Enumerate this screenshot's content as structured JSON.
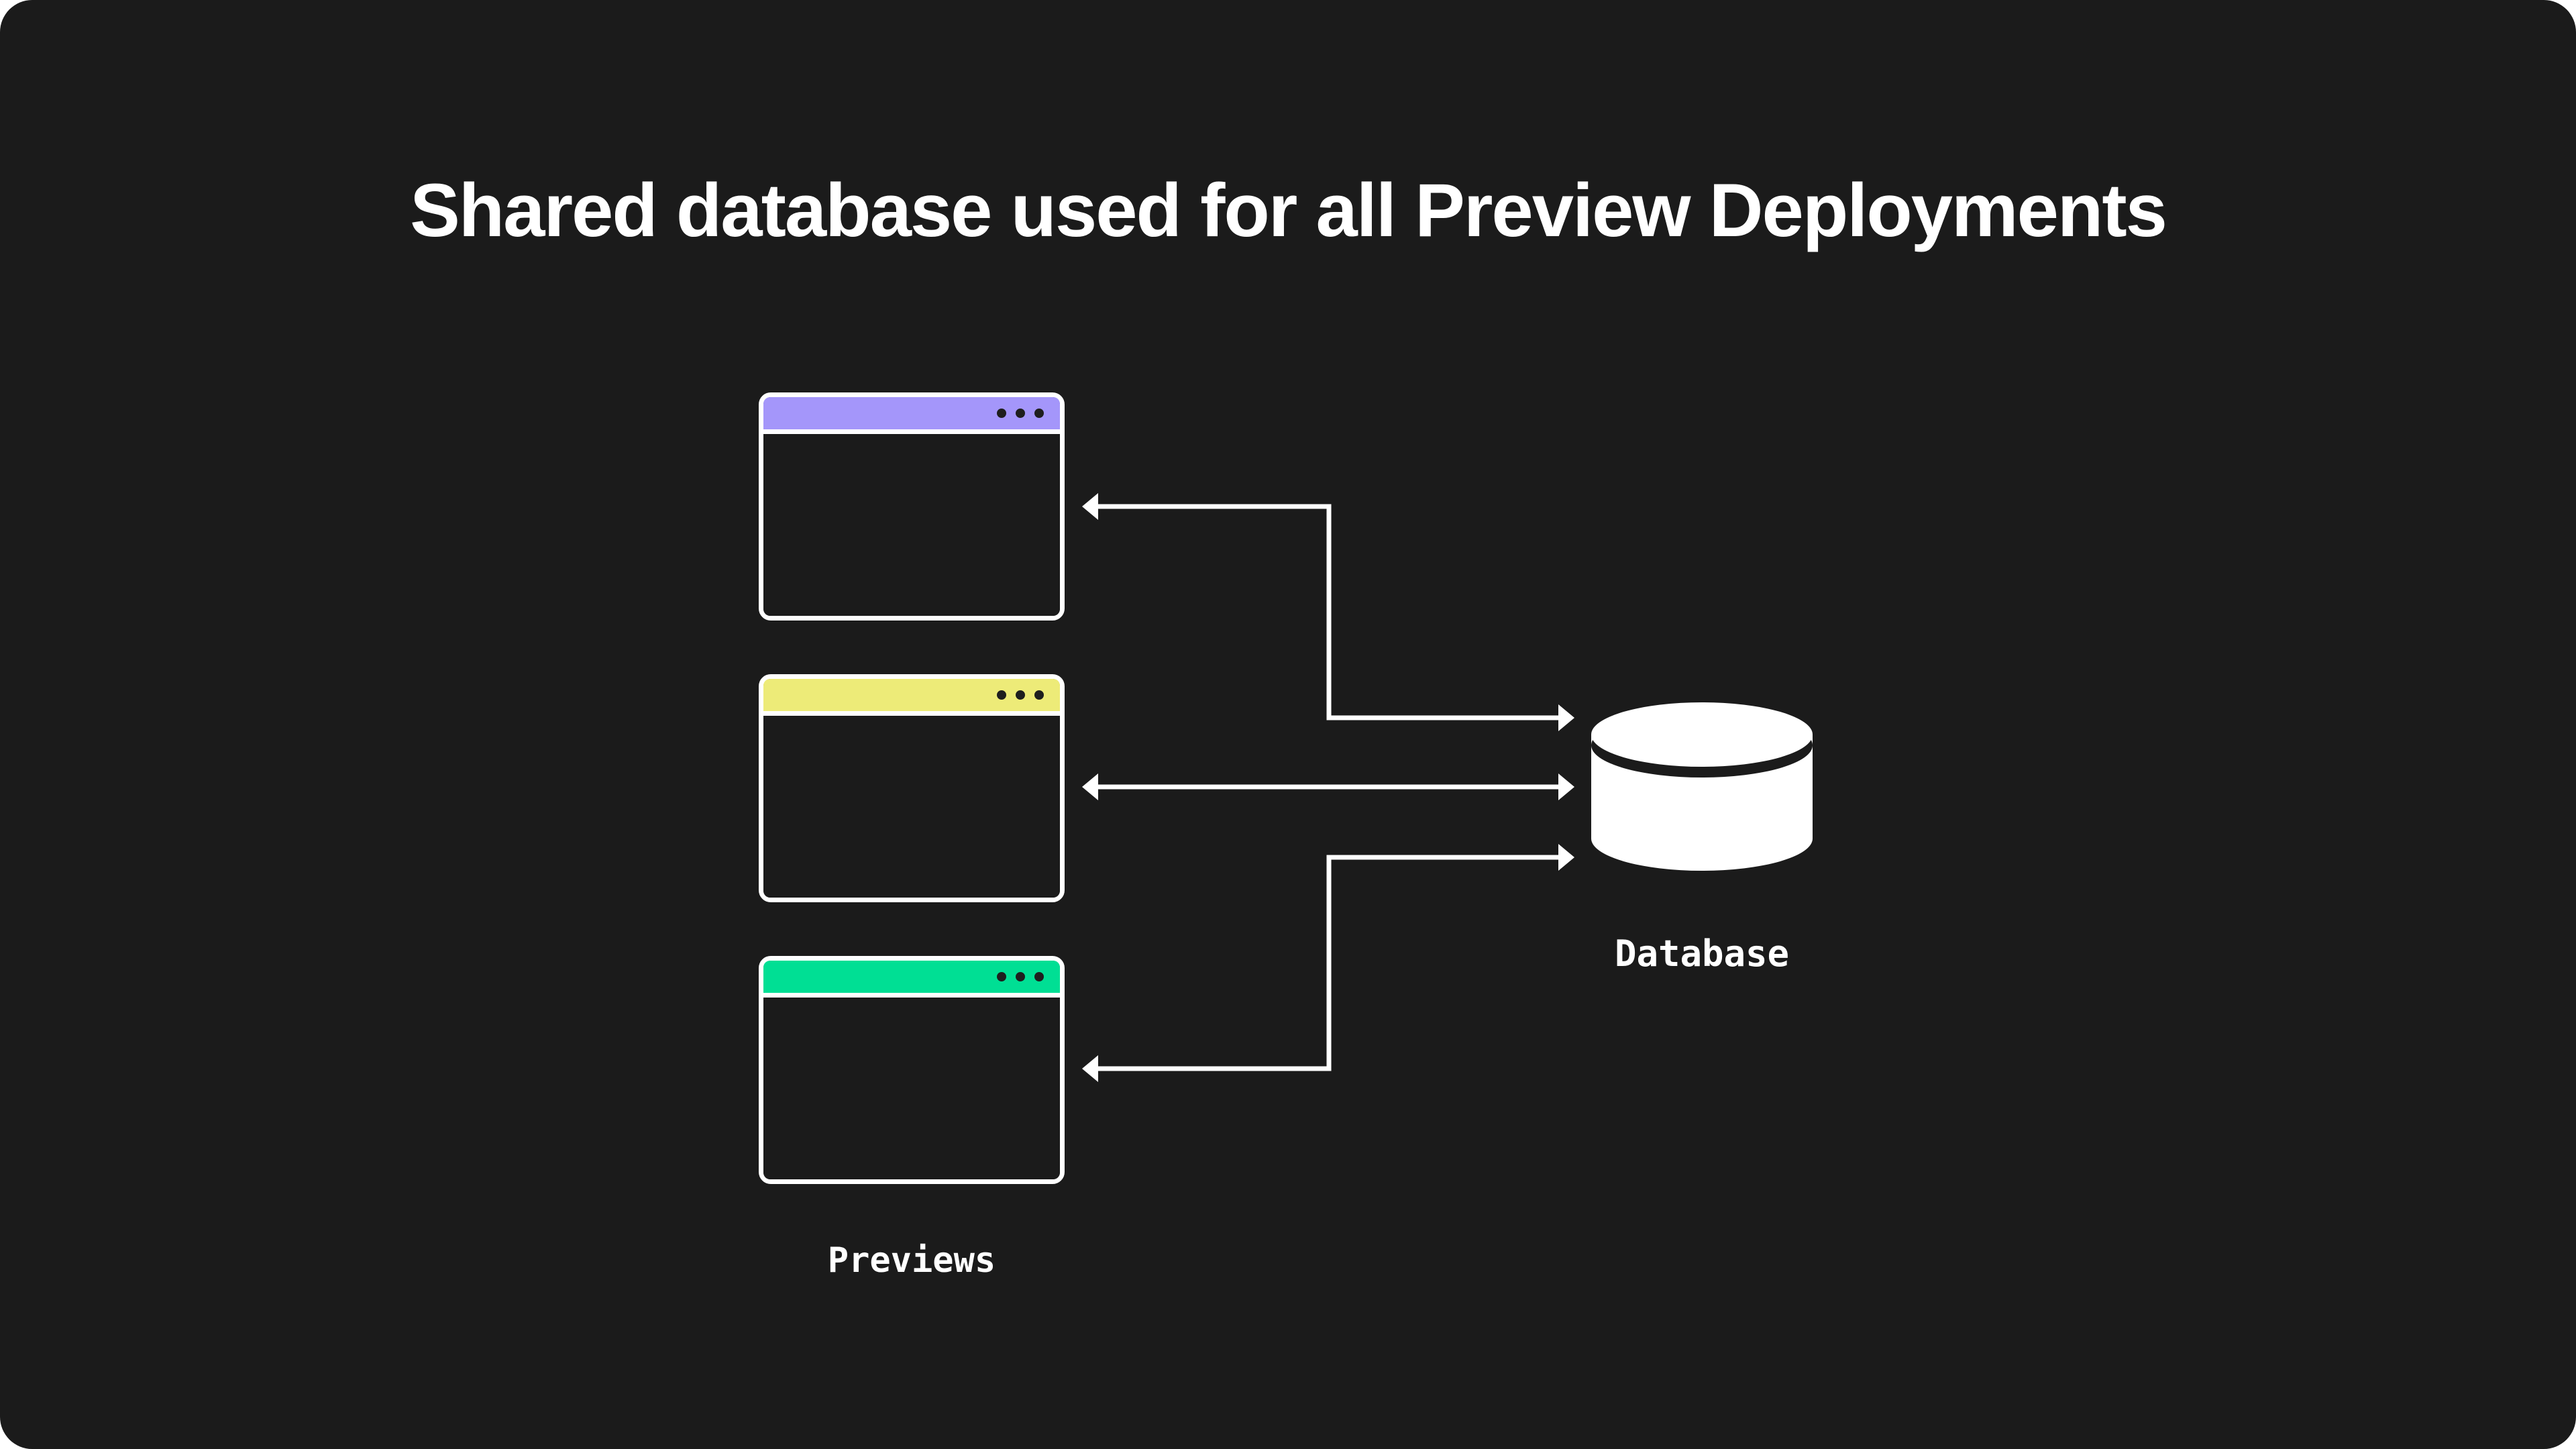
{
  "title": "Shared database used for all Preview Deployments",
  "background_color": "#1b1b1b",
  "text_color": "#ffffff",
  "arrow_color": "#ffffff",
  "window_dot_color": "#1e1e1e",
  "previews": {
    "caption": "Previews",
    "windows": [
      {
        "id": "preview-1",
        "header_color": "#a496fa"
      },
      {
        "id": "preview-2",
        "header_color": "#edeb78"
      },
      {
        "id": "preview-3",
        "header_color": "#00df94"
      }
    ]
  },
  "database": {
    "caption": "Database",
    "fill_color": "#ffffff"
  },
  "connections": [
    {
      "from": "preview-1",
      "to": "database",
      "bidirectional": true,
      "shape": "elbow-down"
    },
    {
      "from": "preview-2",
      "to": "database",
      "bidirectional": true,
      "shape": "straight"
    },
    {
      "from": "preview-3",
      "to": "database",
      "bidirectional": true,
      "shape": "elbow-up"
    }
  ]
}
